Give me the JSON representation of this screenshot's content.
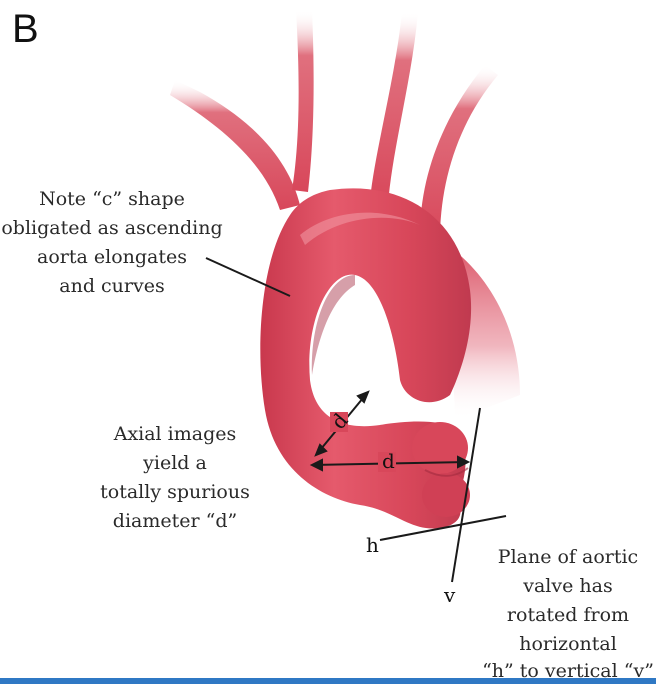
{
  "panel_letter": "B",
  "labels": {
    "c_shape": [
      "Note “c” shape",
      "obligated as ascending",
      "aorta elongates",
      "and curves"
    ],
    "axial": [
      "Axial images",
      "yield a",
      "totally spurious",
      "diameter “d”"
    ],
    "plane": [
      "Plane of aortic",
      "valve has",
      "rotated from",
      "horizontal",
      "“h” to vertical “v”"
    ]
  },
  "markers": {
    "d_upper": "d",
    "d_lower": "d",
    "h": "h",
    "v": "v"
  },
  "colors": {
    "aorta": "#d8475a",
    "aorta_dark": "#b8324a",
    "aorta_light": "#f08a98",
    "bar": "#2f78c4"
  }
}
